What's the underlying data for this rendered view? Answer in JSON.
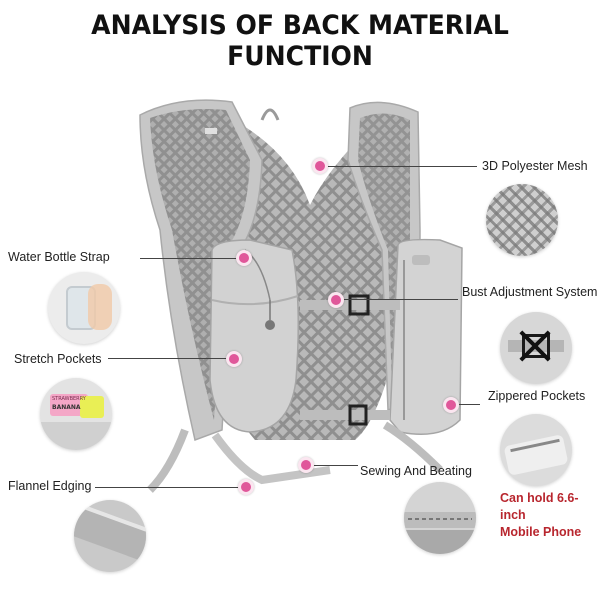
{
  "title": "ANALYSIS OF BACK MATERIAL FUNCTION",
  "labels": {
    "mesh": "3D Polyester Mesh",
    "water_strap": "Water Bottle Strap",
    "bust": "Bust Adjustment System",
    "stretch": "Stretch Pockets",
    "zippered": "Zippered Pockets",
    "sewing": "Sewing And Beating",
    "flannel": "Flannel Edging"
  },
  "phone_note": {
    "line1": "Can hold 6.6-inch",
    "line2": "Mobile Phone"
  },
  "thumb_texts": {
    "pouch_1": "STRAWBERRY",
    "pouch_2": "BANANA"
  },
  "colors": {
    "marker": "#e0579a",
    "note": "#b8262e",
    "vest": "#c9c9c9"
  }
}
